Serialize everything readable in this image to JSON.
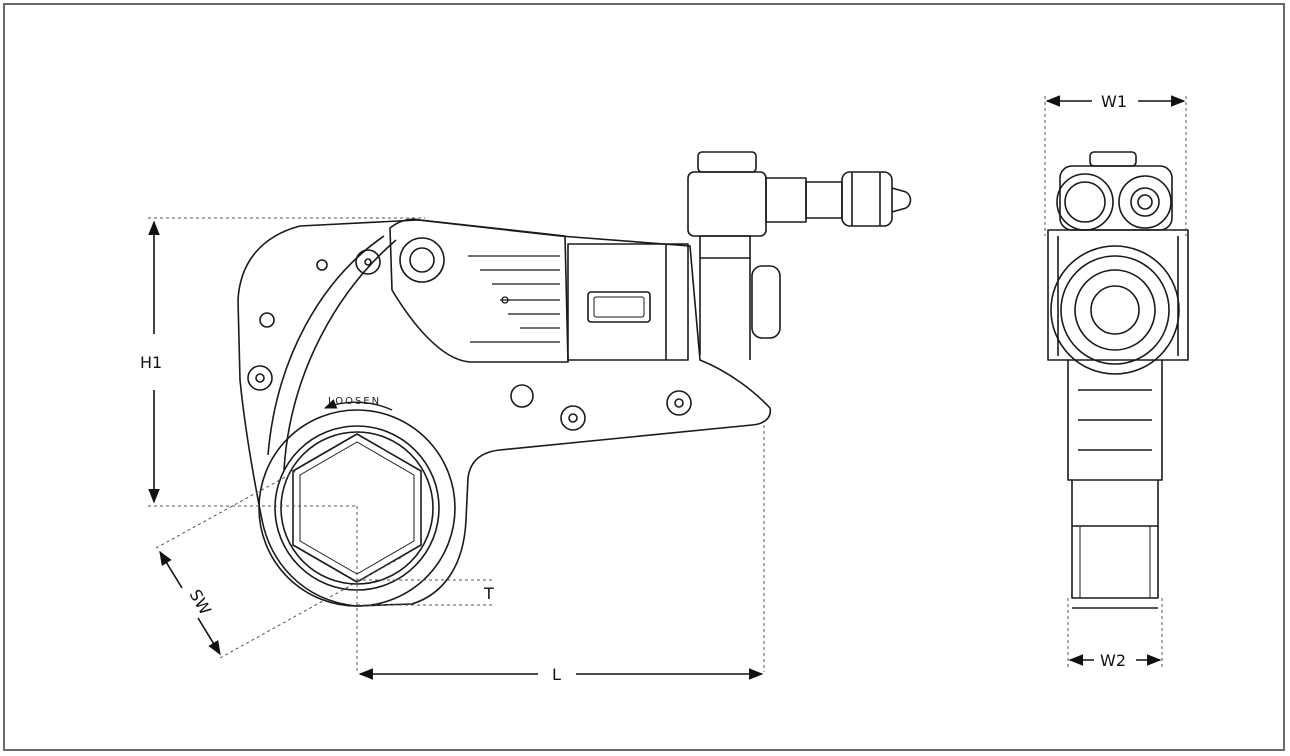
{
  "labels": {
    "h1": "H1",
    "sw": "SW",
    "t": "T",
    "l": "L",
    "w1": "W1",
    "w2": "W2",
    "loosen": "LOOSEN"
  },
  "colors": {
    "frame": "#6b6b6b",
    "line": "#1a1a1a",
    "dim": "#111111"
  }
}
